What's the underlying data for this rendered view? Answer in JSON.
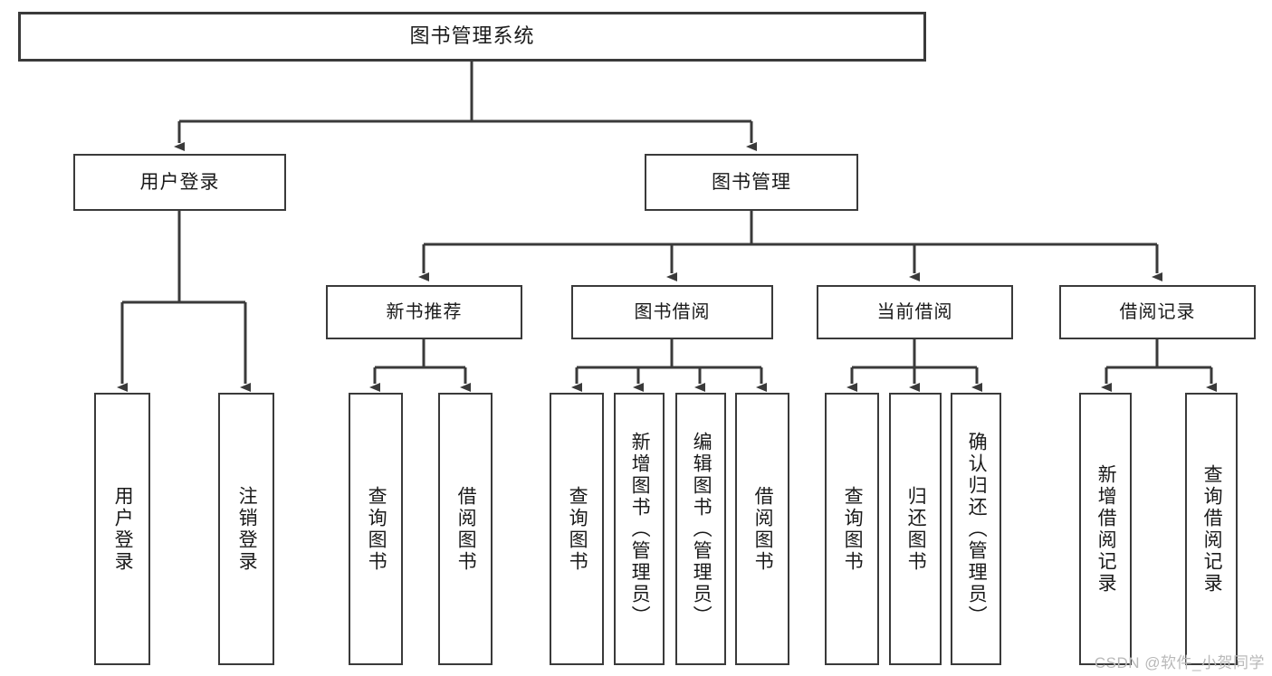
{
  "diagram": {
    "title": "图书管理系统",
    "root": {
      "label": "图书管理系统"
    },
    "level1": [
      {
        "label": "用户登录"
      },
      {
        "label": "图书管理"
      }
    ],
    "level2": [
      {
        "label": "新书推荐"
      },
      {
        "label": "图书借阅"
      },
      {
        "label": "当前借阅"
      },
      {
        "label": "借阅记录"
      }
    ],
    "leaves": [
      {
        "label": "用户登录"
      },
      {
        "label": "注销登录"
      },
      {
        "label": "查询图书"
      },
      {
        "label": "借阅图书"
      },
      {
        "label": "查询图书"
      },
      {
        "label": "新增图书（管理员）"
      },
      {
        "label": "编辑图书（管理员）"
      },
      {
        "label": "借阅图书"
      },
      {
        "label": "查询图书"
      },
      {
        "label": "归还图书"
      },
      {
        "label": "确认归还（管理员）"
      },
      {
        "label": "新增借阅记录"
      },
      {
        "label": "查询借阅记录"
      }
    ]
  },
  "watermark": {
    "text": "CSDN @软件_小贺同学"
  },
  "colors": {
    "box_border": "#3a3a3a",
    "box_fill": "#ffffff",
    "line": "#3a3a3a",
    "text": "#1a1a1a",
    "watermark": "#b9b9b9",
    "background": "#ffffff"
  }
}
